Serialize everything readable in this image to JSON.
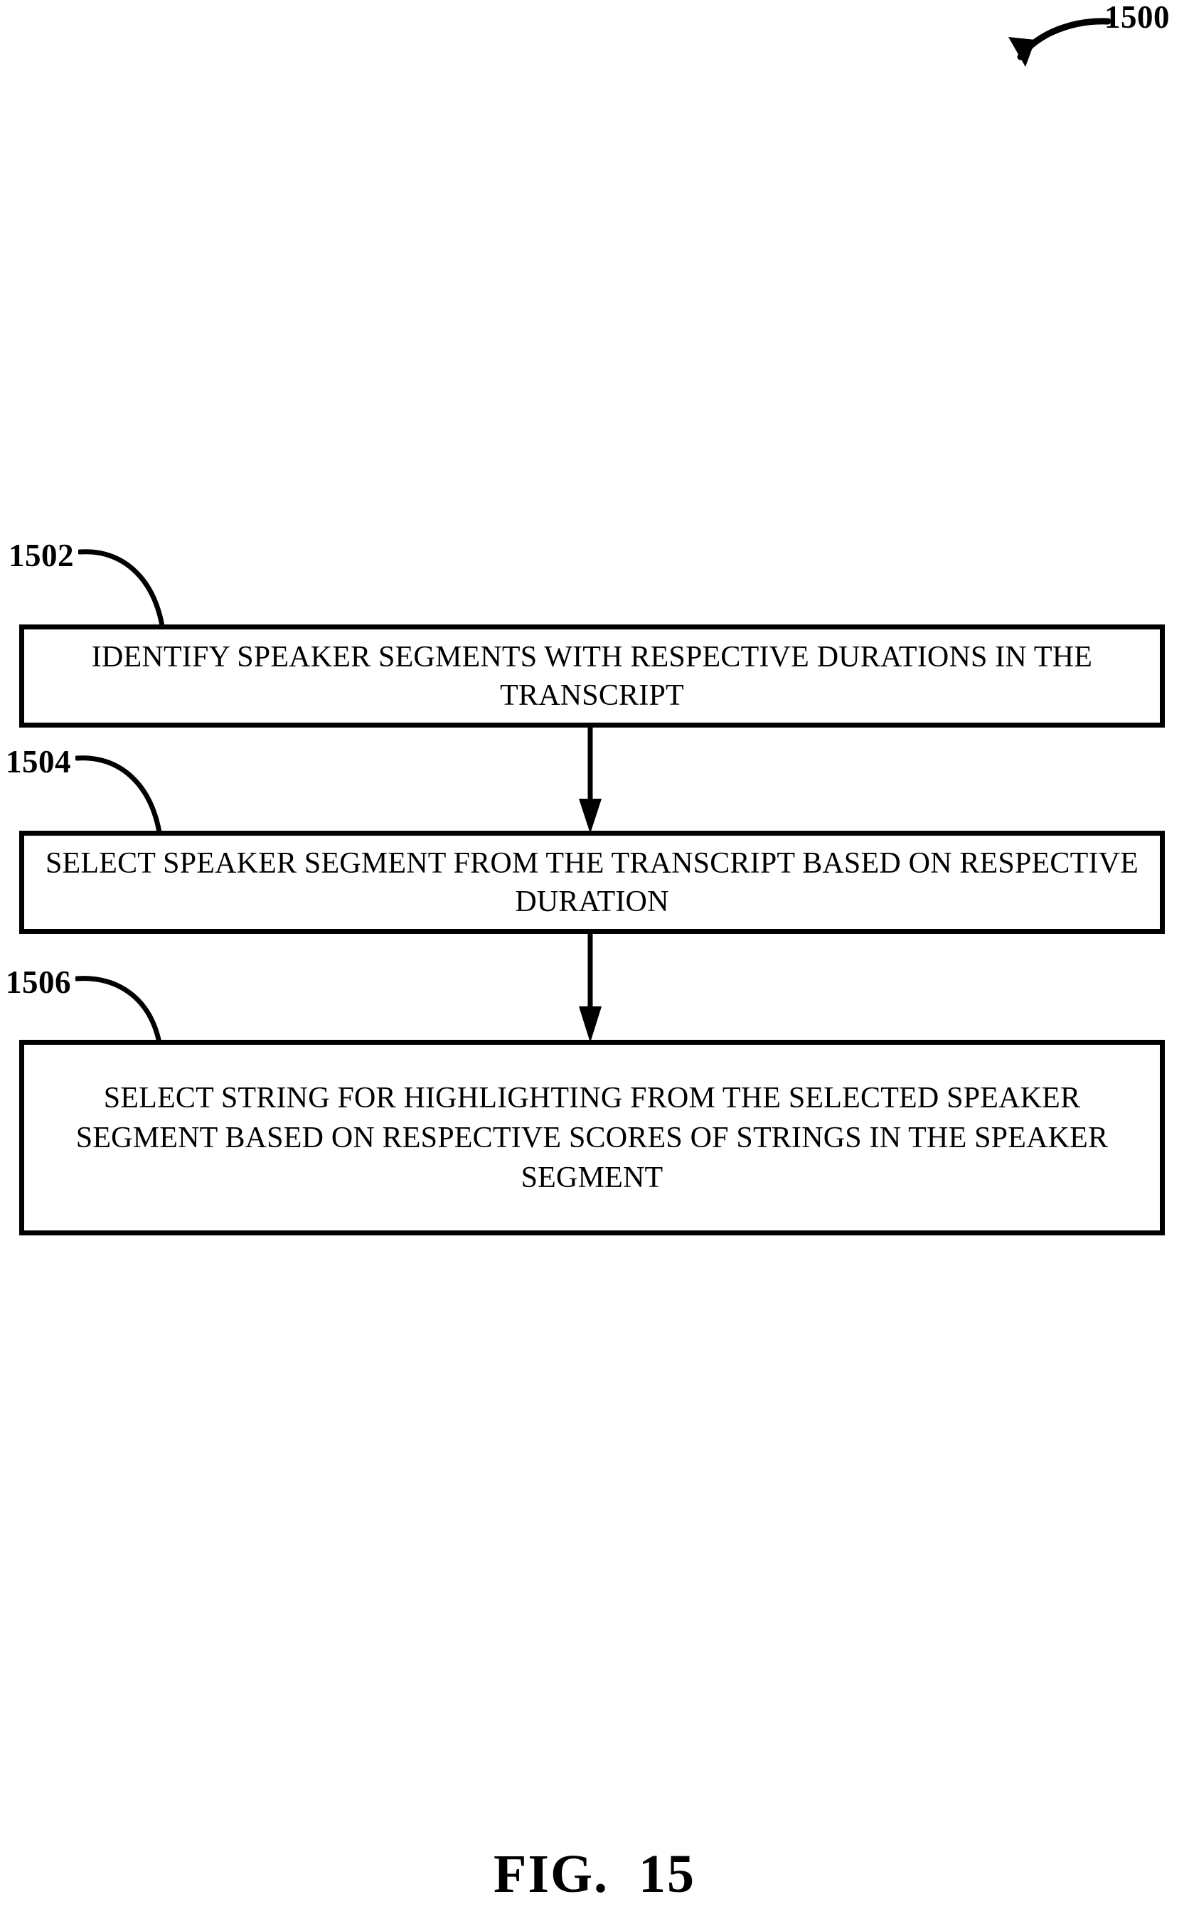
{
  "figure": {
    "caption": "FIG.  15",
    "top_reference": "1500"
  },
  "flowchart": {
    "type": "flowchart",
    "orientation": "vertical",
    "steps": [
      {
        "ref": "1502",
        "text": "IDENTIFY SPEAKER SEGMENTS WITH RESPECTIVE DURATIONS IN THE TRANSCRIPT"
      },
      {
        "ref": "1504",
        "text": "SELECT SPEAKER SEGMENT FROM THE TRANSCRIPT BASED ON RESPECTIVE DURATION"
      },
      {
        "ref": "1506",
        "text": "SELECT STRING FOR HIGHLIGHTING FROM THE SELECTED SPEAKER SEGMENT BASED ON RESPECTIVE SCORES OF STRINGS IN THE SPEAKER SEGMENT"
      }
    ],
    "connectors": [
      {
        "from": "1502",
        "to": "1504",
        "style": "arrow-down"
      },
      {
        "from": "1504",
        "to": "1506",
        "style": "arrow-down"
      }
    ],
    "colors": {
      "stroke": "#000000",
      "fill": "#ffffff",
      "text": "#000000"
    }
  }
}
